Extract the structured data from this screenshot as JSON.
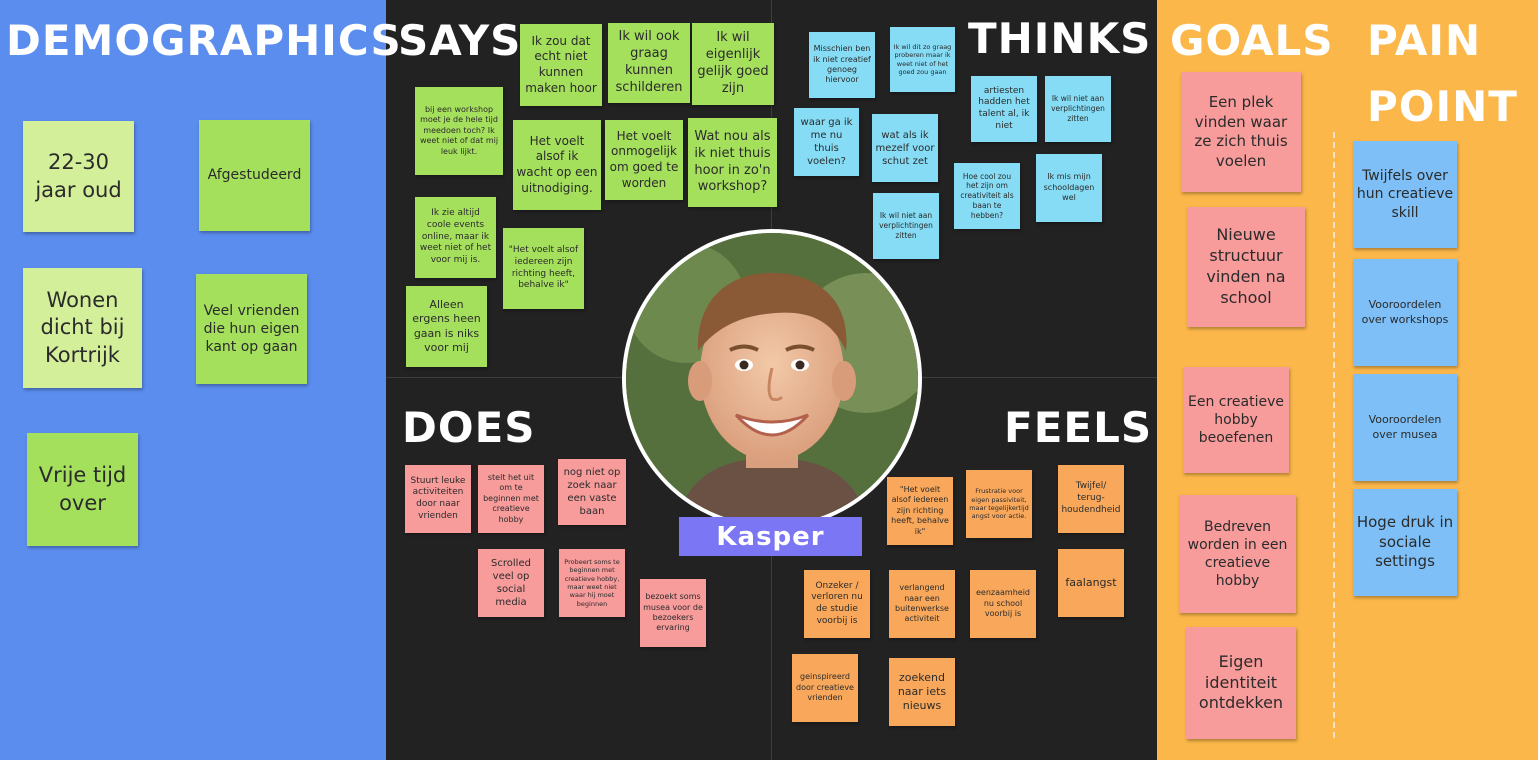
{
  "sections": {
    "demographics": "DEMOGRAPHICS",
    "says": "SAYS",
    "thinks": "THINKS",
    "does": "DOES",
    "feels": "FEELS",
    "goals": "GOALS",
    "pain_point_1": "PAIN",
    "pain_point_2": "POINT"
  },
  "persona": {
    "name": "Kasper",
    "photo_icon": "person-portrait"
  },
  "colors": {
    "demographics_bg": "#5b8def",
    "center_bg": "#222222",
    "right_bg": "#fbb749",
    "light_green": "#d4ef9a",
    "green": "#a5e05d",
    "light_blue": "#86dcf5",
    "pink": "#f79b9b",
    "orange": "#f9a85b",
    "sky": "#7dbff6",
    "name_label": "#7b76f3"
  },
  "demographics": [
    "22-30 jaar oud",
    "Afgestudeerd",
    "Wonen dicht bij Kortrijk",
    "Veel vrienden die hun eigen kant op gaan",
    "Vrije tijd over"
  ],
  "says": [
    "Ik zou dat echt niet kunnen maken hoor",
    "Ik wil ook graag kunnen schilderen",
    "Ik wil eigenlijk gelijk goed zijn",
    "bij een workshop moet je de hele tijd meedoen toch? Ik weet niet of dat mij leuk lijkt.",
    "Het voelt alsof ik wacht op een uitnodiging.",
    "Het voelt onmogelijk om goed te worden",
    "Wat nou als ik niet thuis hoor in zo'n workshop?",
    "Ik zie altijd coole events online, maar ik weet niet of het voor mij is.",
    "\"Het voelt alsof iedereen zijn richting heeft, behalve ik\"",
    "Alleen ergens heen gaan is niks voor mij"
  ],
  "thinks": [
    "Misschien ben ik niet creatief genoeg hiervoor",
    "Ik wil dit zo graag proberen maar ik weet niet of het goed zou gaan",
    "artiesten hadden het talent al, ik niet",
    "Ik wil niet aan verplichtingen zitten",
    "waar ga ik me nu thuis voelen?",
    "wat als ik mezelf voor schut zet",
    "Hoe cool zou het zijn om creativiteit als baan te hebben?",
    "Ik mis mijn schooldagen wel",
    "Ik wil niet aan verplichtingen zitten"
  ],
  "does": [
    "Stuurt leuke activiteiten door naar vrienden",
    "stelt het uit om te beginnen met creatieve hobby",
    "nog niet op zoek naar een vaste baan",
    "Scrolled veel op social media",
    "Probeert soms te beginnen met creatieve hobby, maar weet niet waar hij moet beginnen",
    "bezoekt soms musea voor de bezoekers ervaring"
  ],
  "feels": [
    "\"Het voelt alsof iedereen zijn richting heeft, behalve ik\"",
    "Frustratie voor eigen passiviteit, maar tegelijkertijd angst voor actie.",
    "Twijfel/ terug-houdendheid",
    "faalangst",
    "Onzeker / verloren nu de studie voorbij is",
    "verlangend naar een buitenwerkse activiteit",
    "eenzaamheid nu school voorbij is",
    "geinspireerd door creatieve vrienden",
    "zoekend naar iets nieuws"
  ],
  "goals": [
    "Een plek vinden waar ze zich thuis voelen",
    "Nieuwe structuur vinden na school",
    "Een creatieve hobby beoefenen",
    "Bedreven worden in een creatieve hobby",
    "Eigen identiteit ontdekken"
  ],
  "pain_points": [
    "Twijfels over hun creatieve skill",
    "Vooroordelen over workshops",
    "Vooroordelen over musea",
    "Hoge druk in sociale settings"
  ]
}
